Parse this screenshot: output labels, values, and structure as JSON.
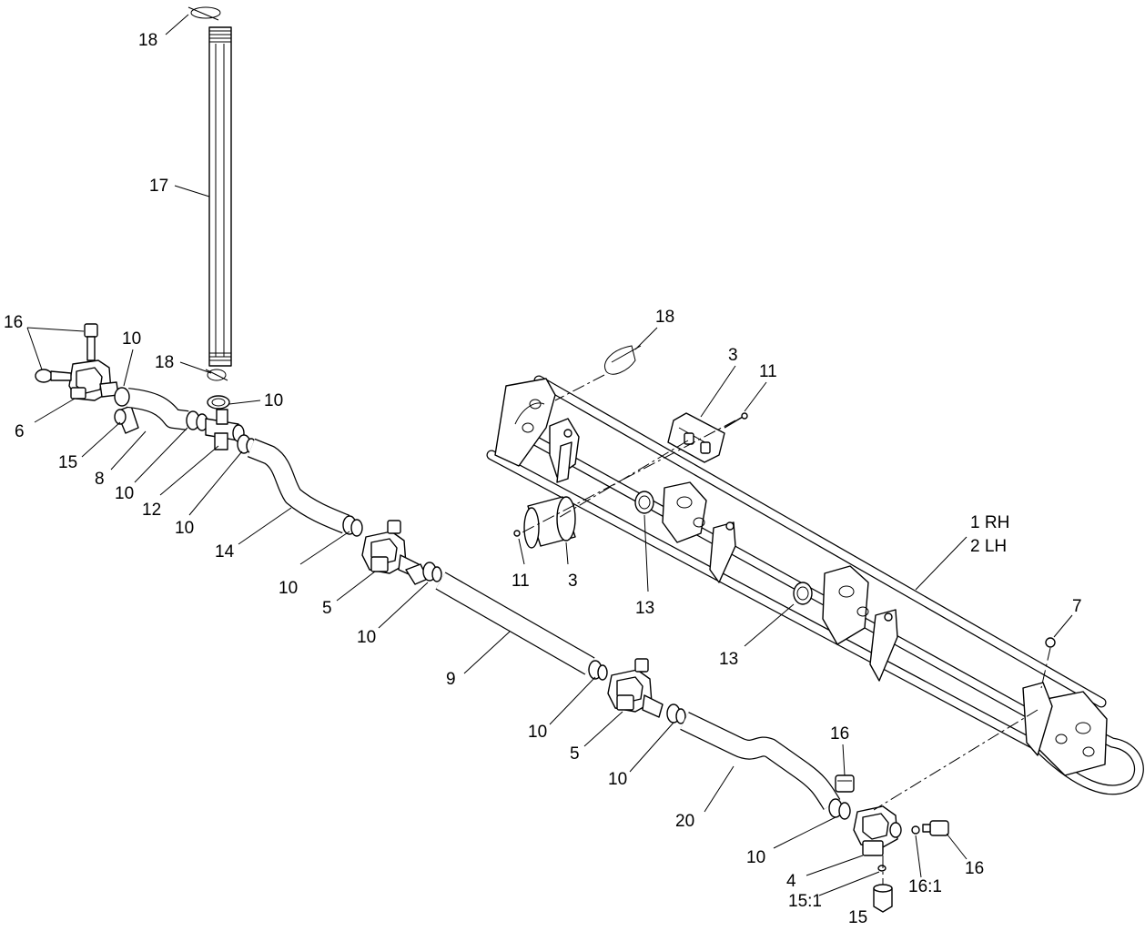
{
  "callouts": {
    "c18_top": "18",
    "c17": "17",
    "c16_left": "16",
    "c10_a": "10",
    "c18_mid": "18",
    "c10_b": "10",
    "c6": "6",
    "c15_left": "15",
    "c8": "8",
    "c10_c": "10",
    "c12": "12",
    "c10_d": "10",
    "c14": "14",
    "c10_e": "10",
    "c5_a": "5",
    "c10_f": "10",
    "c9": "9",
    "c10_g": "10",
    "c5_b": "5",
    "c10_h": "10",
    "c20": "20",
    "c10_i": "10",
    "c4": "4",
    "c15_1": "15:1",
    "c15_bottom": "15",
    "c16_1": "16:1",
    "c16_right": "16",
    "c16_upper": "16",
    "c18_frame": "18",
    "c3_top": "3",
    "c11_top": "11",
    "c11_bottom": "11",
    "c3_bottom": "3",
    "c13_a": "13",
    "c13_b": "13",
    "c1_rh": "1 RH",
    "c2_lh": "2 LH",
    "c7": "7"
  }
}
